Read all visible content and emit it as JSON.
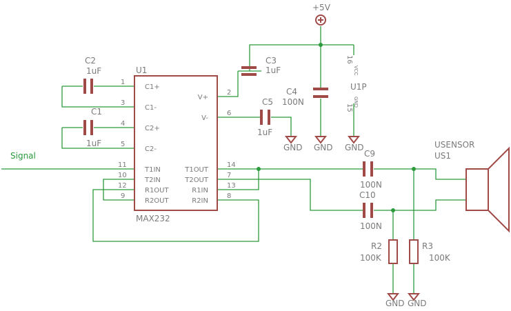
{
  "ic": {
    "ref": "U1",
    "value": "MAX232",
    "left_pins": [
      "C1+",
      "C1-",
      "C2+",
      "C2-",
      "T1IN",
      "T2IN",
      "R1OUT",
      "R2OUT"
    ],
    "right_pins": [
      "V+",
      "V-",
      "T1OUT",
      "T2OUT",
      "R1IN",
      "R2IN"
    ],
    "pin_numbers": {
      "c1p": "1",
      "c1m": "3",
      "c2p": "4",
      "c2m": "5",
      "t1in": "11",
      "t2in": "10",
      "r1out": "12",
      "r2out": "9",
      "vp": "2",
      "vm": "6",
      "t1out": "14",
      "t2out": "7",
      "r1in": "13",
      "r2in": "8"
    }
  },
  "parts": {
    "c2": {
      "ref": "C2",
      "value": "1uF"
    },
    "c1": {
      "ref": "C1",
      "value": "1uF"
    },
    "c3": {
      "ref": "C3",
      "value": "1uF"
    },
    "c4": {
      "ref": "C4",
      "value": "100N"
    },
    "c5": {
      "ref": "C5",
      "value": "1uF"
    },
    "c9": {
      "ref": "C9",
      "value": "100N"
    },
    "c10": {
      "ref": "C10",
      "value": "100N"
    },
    "r2": {
      "ref": "R2",
      "value": "100K"
    },
    "r3": {
      "ref": "R3",
      "value": "100K"
    },
    "u1p": {
      "ref": "U1P",
      "vcc_pin": "16",
      "vcc_label": "VCC",
      "gnd_pin": "15",
      "gnd_label": "GND"
    },
    "sensor": {
      "ref": "US1",
      "value": "USENSOR"
    }
  },
  "power": {
    "supply": "+5V",
    "gnd": "GND"
  },
  "nets": {
    "signal": "Signal"
  },
  "colors": {
    "wire": "#2a9a3a",
    "component": "#a04a48",
    "text": "#7a7a7a"
  }
}
